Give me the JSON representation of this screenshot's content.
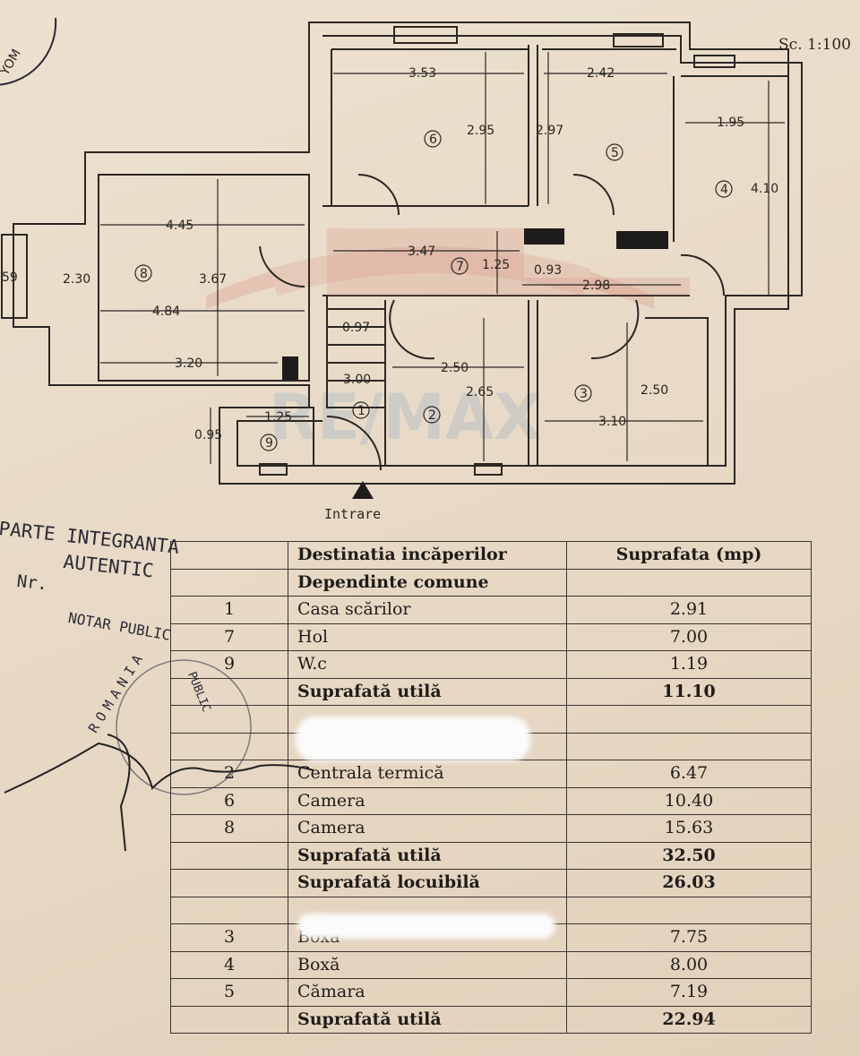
{
  "plan": {
    "scale": "Sc. 1:100",
    "entrance": "Intrare",
    "corner_text": "YOM",
    "dimensions": [
      "3.53",
      "2.95",
      "2.42",
      "2.97",
      "1.95",
      "4.10",
      "4.45",
      "2.30",
      "3.67",
      "4.84",
      "3.20",
      "3.47",
      "1.25",
      "0.93",
      "2.98",
      "0.97",
      "3.00",
      "2.50",
      "2.65",
      "2.50",
      "3.10",
      "1.25",
      "0.95"
    ],
    "room_numbers": [
      "1",
      "2",
      "3",
      "4",
      "5",
      "6",
      "7",
      "8",
      "9"
    ],
    "left_edge": "59",
    "watermark": "RE/MAX"
  },
  "table": {
    "headers": [
      "Destinatia incăperilor",
      "Suprafata (mp)"
    ],
    "rows": [
      {
        "num": "",
        "name": "Dependinte comune",
        "area": "",
        "bold": true
      },
      {
        "num": "1",
        "name": "Casa scărilor",
        "area": "2.91",
        "bold": false
      },
      {
        "num": "7",
        "name": "Hol",
        "area": "7.00",
        "bold": false
      },
      {
        "num": "9",
        "name": "W.c",
        "area": "1.19",
        "bold": false
      },
      {
        "num": "",
        "name": "Suprafată utilă",
        "area": "11.10",
        "bold": true
      },
      {
        "num": "",
        "name": "",
        "area": "",
        "bold": false
      },
      {
        "num": "",
        "name": "",
        "area": "",
        "bold": false
      },
      {
        "num": "2",
        "name": "Centrala termică",
        "area": "6.47",
        "bold": false
      },
      {
        "num": "6",
        "name": "Camera",
        "area": "10.40",
        "bold": false
      },
      {
        "num": "8",
        "name": "Camera",
        "area": "15.63",
        "bold": false
      },
      {
        "num": "",
        "name": "Suprafată utilă",
        "area": "32.50",
        "bold": true
      },
      {
        "num": "",
        "name": "Suprafată locuibilă",
        "area": "26.03",
        "bold": true
      },
      {
        "num": "",
        "name": "",
        "area": "",
        "bold": false
      },
      {
        "num": "3",
        "name": "Boxă",
        "area": "7.75",
        "bold": false
      },
      {
        "num": "4",
        "name": "Boxă",
        "area": "8.00",
        "bold": false
      },
      {
        "num": "5",
        "name": "Cămara",
        "area": "7.19",
        "bold": false
      },
      {
        "num": "",
        "name": "Suprafată utilă",
        "area": "22.94",
        "bold": true
      }
    ]
  },
  "stamp": {
    "line1": "PARTE INTEGRANTA",
    "line2": "AUTENTIC",
    "line3": "Nr.",
    "line4": "NOTAR PUBLIC",
    "seal": "ROMANIA",
    "seal2": "PUBLIC"
  }
}
